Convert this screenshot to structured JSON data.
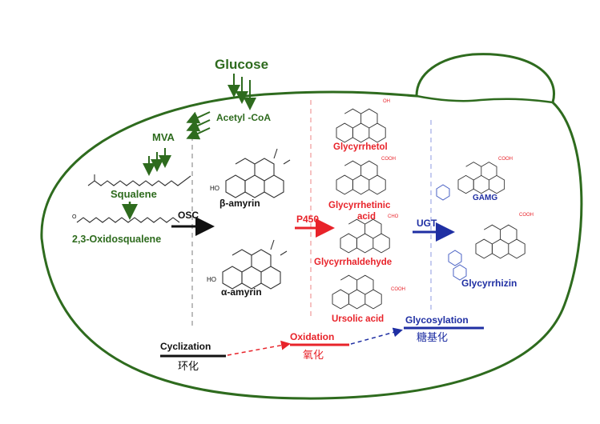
{
  "diagram": {
    "inputs": {
      "glucose": "Glucose",
      "acetyl_coa": "Acetyl -CoA"
    },
    "mva_pathway": {
      "mva": "MVA",
      "squalene": "Squalene",
      "oxidosqualene": "2,3-Oxidosqualene"
    },
    "enzymes": {
      "osc": "OSC",
      "p450": "P450",
      "ugt": "UGT"
    },
    "amyrins": {
      "beta": "β-amyrin",
      "alpha": "α-amyrin"
    },
    "oxidation_products": {
      "glycyrrhetol": "Glycyrrhetol",
      "glycyrrhetinic_1": "Glycyrrhetinic",
      "glycyrrhetinic_2": "acid",
      "glycyrrhaldehyde": "Glycyrrhaldehyde",
      "ursolic": "Ursolic acid"
    },
    "glycosylation_products": {
      "gamg": "GAMG",
      "glycyrrhizin": "Glycyrrhizin"
    },
    "molecule_labels": {
      "ho": "HO",
      "oh": "OH",
      "o": "O",
      "cooh": "COOH",
      "cho": "CHO"
    },
    "legend": {
      "cyclization": "Cyclization",
      "cyclization_cn": "环化",
      "oxidation": "Oxidation",
      "oxidation_cn": "氧化",
      "glycosylation": "Glycosylation",
      "glycosylation_cn": "糖基化"
    },
    "colors": {
      "green": "#2e6b1e",
      "red": "#e8232a",
      "blue": "#1f2fa3",
      "black": "#111111"
    }
  }
}
